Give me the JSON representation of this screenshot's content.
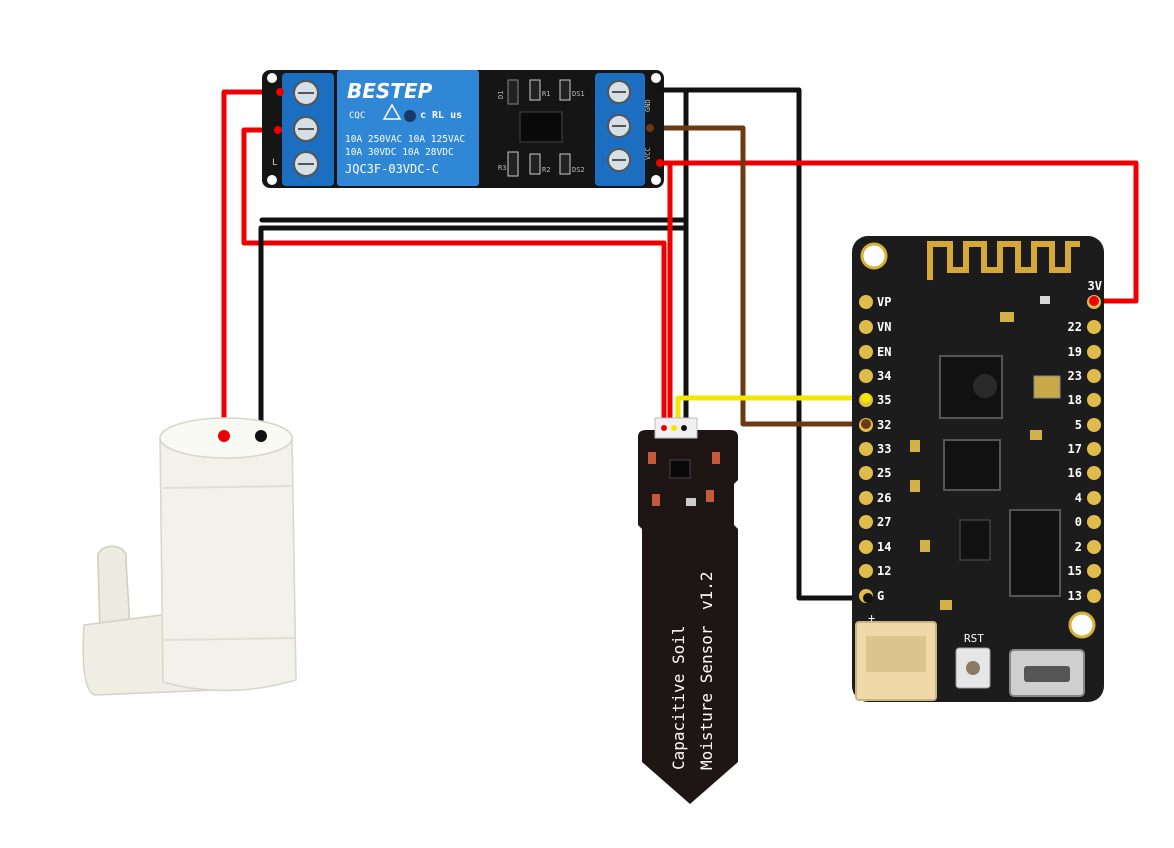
{
  "relay": {
    "brand": "BESTEP",
    "ul_mark": "c RL us",
    "cert": "CQC",
    "rating_line1": "10A 250VAC 10A 125VAC",
    "rating_line2": "10A  30VDC 10A  28VDC",
    "model": "JQC3F-03VDC-C",
    "label_d1": "D1",
    "label_r1": "R1",
    "label_ds1": "DS1",
    "label_r3": "R3",
    "label_r2": "R2",
    "label_ds2": "DS2",
    "label_gnd": "GND",
    "label_vcc": "VCC",
    "label_l": "L"
  },
  "board": {
    "left_pins": [
      "VP",
      "VN",
      "EN",
      "34",
      "35",
      "32",
      "33",
      "25",
      "26",
      "27",
      "14",
      "12",
      "G"
    ],
    "right_pins": [
      "3V",
      "22",
      "19",
      "23",
      "18",
      "5",
      "17",
      "16",
      "4",
      "0",
      "2",
      "15",
      "13"
    ],
    "rst_label": "RST",
    "plus_label": "+"
  },
  "sensor": {
    "line1": "Capacitive Soil",
    "line2": "Moisture Sensor",
    "version": "v1.2"
  },
  "colors": {
    "red": "#ee0000",
    "black": "#111111",
    "brown": "#6b3a13",
    "yellow": "#f5e600",
    "relay_blue": "#2f87d6",
    "relay_terminal": "#1c6fc0",
    "board": "#1c1c1c",
    "sensor": "#1e1614"
  },
  "icons": {
    "pump": "water-pump-icon",
    "antenna": "wifi-antenna-icon"
  }
}
